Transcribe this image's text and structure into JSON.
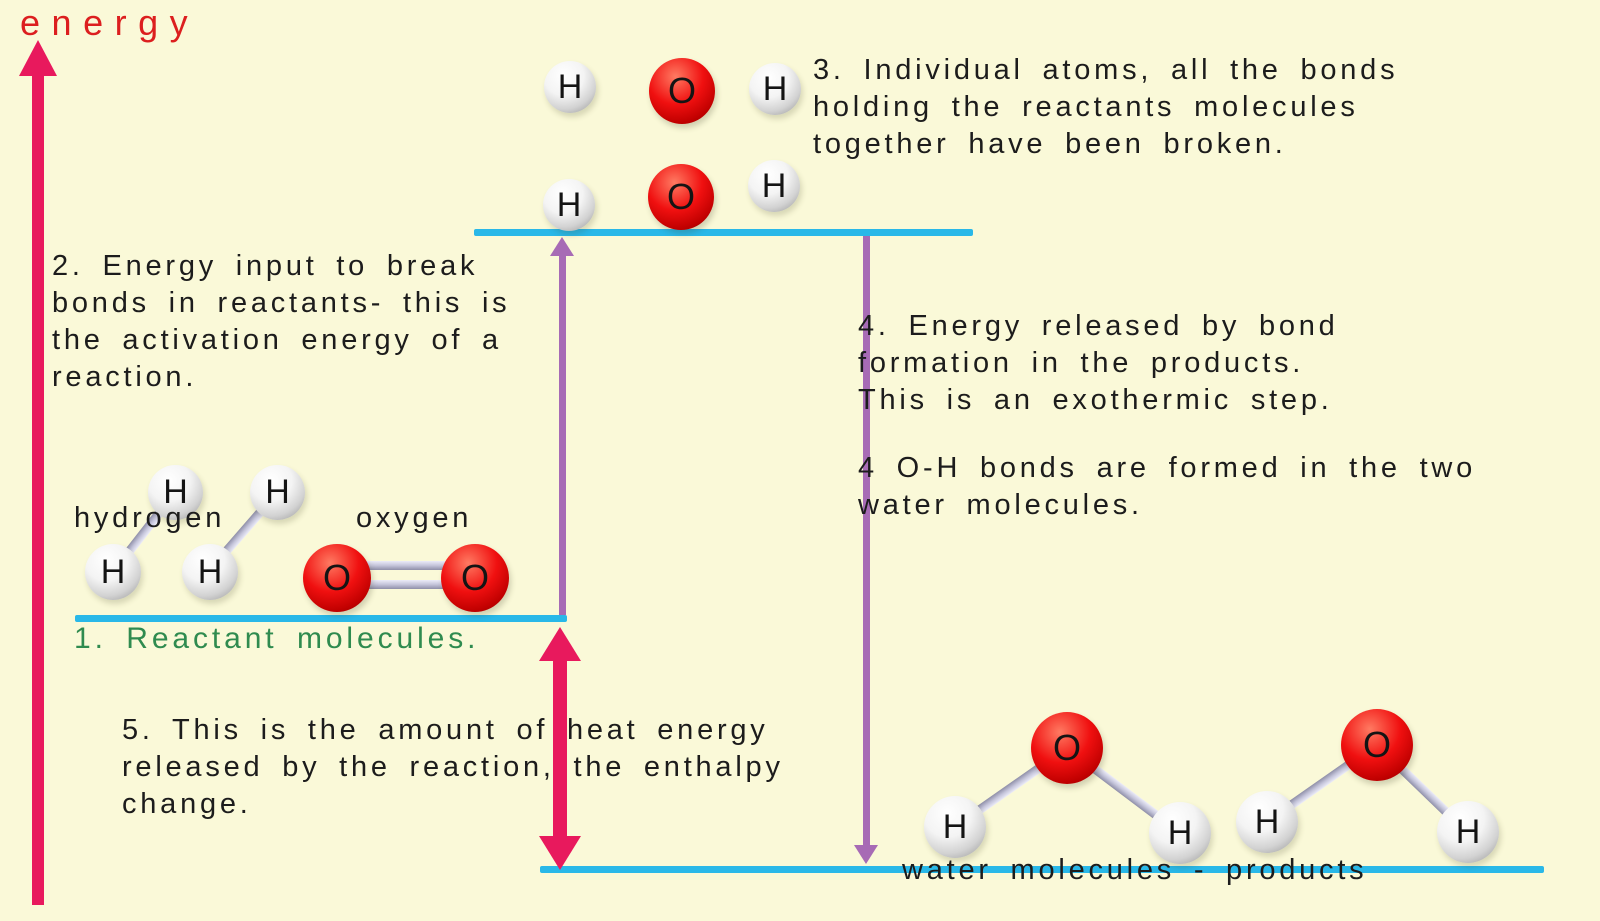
{
  "colors": {
    "background": "#FAF9D8",
    "energy_red": "#DC1F1F",
    "pink": "#E8195D",
    "cyan": "#29B8E8",
    "purple": "#A76BB5",
    "green": "#2F8B4F",
    "text": "#1C1C1C"
  },
  "axis": {
    "label": "energy"
  },
  "atoms": {
    "h": "H",
    "o": "O"
  },
  "labels": {
    "hydrogen": "hydrogen",
    "oxygen": "oxygen",
    "products": "water molecules - products"
  },
  "annotations": {
    "step1": {
      "lines": [
        "1. Reactant molecules."
      ]
    },
    "step2": {
      "lines": [
        "2. Energy input to break",
        "bonds in reactants- this is",
        "the activation energy of a",
        "reaction."
      ]
    },
    "step3": {
      "lines": [
        "3.  Individual atoms, all the bonds",
        "holding the reactants molecules",
        "together have been broken."
      ]
    },
    "step4a": {
      "lines": [
        "4.  Energy released by bond",
        "formation in the products.",
        "This is an exothermic step."
      ]
    },
    "step4b": {
      "lines": [
        "4 O-H bonds are formed in the two",
        "water molecules."
      ]
    },
    "step5": {
      "lines": [
        "5.  This is the amount of heat energy",
        "released by the reaction, the enthalpy",
        "change."
      ]
    }
  }
}
